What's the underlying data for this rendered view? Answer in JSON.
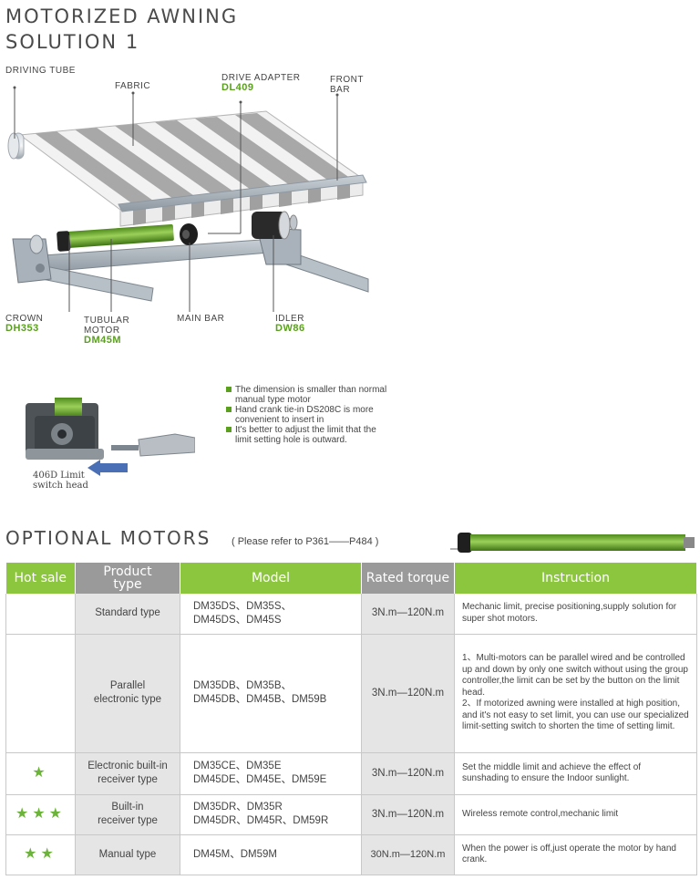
{
  "header": {
    "title_line1": "MOTORIZED AWNING",
    "title_line2": "SOLUTION 1"
  },
  "diagram": {
    "driving_tube": "DRIVING TUBE",
    "fabric": "FABRIC",
    "drive_adapter": "DRIVE ADAPTER",
    "drive_adapter_code": "DL409",
    "front_bar_1": "FRONT",
    "front_bar_2": "BAR",
    "crown": "CROWN",
    "crown_code": "DH353",
    "tubular_motor_1": "TUBULAR",
    "tubular_motor_2": "MOTOR",
    "tubular_motor_code": "DM45M",
    "main_bar": "MAIN BAR",
    "idler": "IDLER",
    "idler_code": "DW86"
  },
  "features": [
    "The dimension is smaller than normal manual type motor",
    "Hand crank tie-in DS208C is more convenient to insert in",
    "It's better to adjust the limit that the limit setting hole is outward."
  ],
  "inset": {
    "label_1": "406D Limit",
    "label_2": "switch head"
  },
  "optional": {
    "title": "OPTIONAL  MOTORS",
    "reference": "( Please refer to P361——P484 )"
  },
  "table": {
    "headers": [
      "Hot sale",
      "Product type",
      "Model",
      "Rated torque",
      "Instruction"
    ],
    "rows": [
      {
        "stars": "",
        "type": "Standard type",
        "model_1": "DM35DS、DM35S、",
        "model_2": "DM45DS、DM45S",
        "torque": "3N.m—120N.m",
        "instruction": "Mechanic limit, precise positioning,supply solution for super shot motors."
      },
      {
        "stars": "",
        "type": "Parallel electronic type",
        "model_1": "DM35DB、DM35B、",
        "model_2": "DM45DB、DM45B、DM59B",
        "torque": "3N.m—120N.m",
        "instruction": "1、Multi-motors can be parallel wired and be controlled up and down by only one switch without using the group controller,the limit can be set by the button on the limit head.",
        "instruction_2": "2、If motorized awning were installed at high position, and  it's not easy to set limit, you can use our specialized limit-setting switch to shorten the time of setting limit."
      },
      {
        "stars": "★",
        "type": "Electronic built-in receiver type",
        "model_1": "DM35CE、DM35E",
        "model_2": "DM45DE、DM45E、DM59E",
        "torque": "3N.m—120N.m",
        "instruction": "Set the middle limit and achieve the effect of sunshading to ensure the Indoor sunlight."
      },
      {
        "stars": "★★★",
        "type": "Built-in receiver type",
        "model_1": "DM35DR、DM35R",
        "model_2": "DM45DR、DM45R、DM59R",
        "torque": "3N.m—120N.m",
        "instruction": "Wireless remote control,mechanic limit"
      },
      {
        "stars": "★★",
        "type": "Manual type",
        "model_1": "DM45M、DM59M",
        "model_2": "",
        "torque": "30N.m—120N.m",
        "instruction": "When the power is off,just operate the motor by hand crank."
      }
    ]
  },
  "colors": {
    "accent_green": "#8cc63e",
    "code_green": "#5aa01e",
    "header_gray": "#9a9a9a",
    "cell_gray": "#e5e5e5"
  }
}
